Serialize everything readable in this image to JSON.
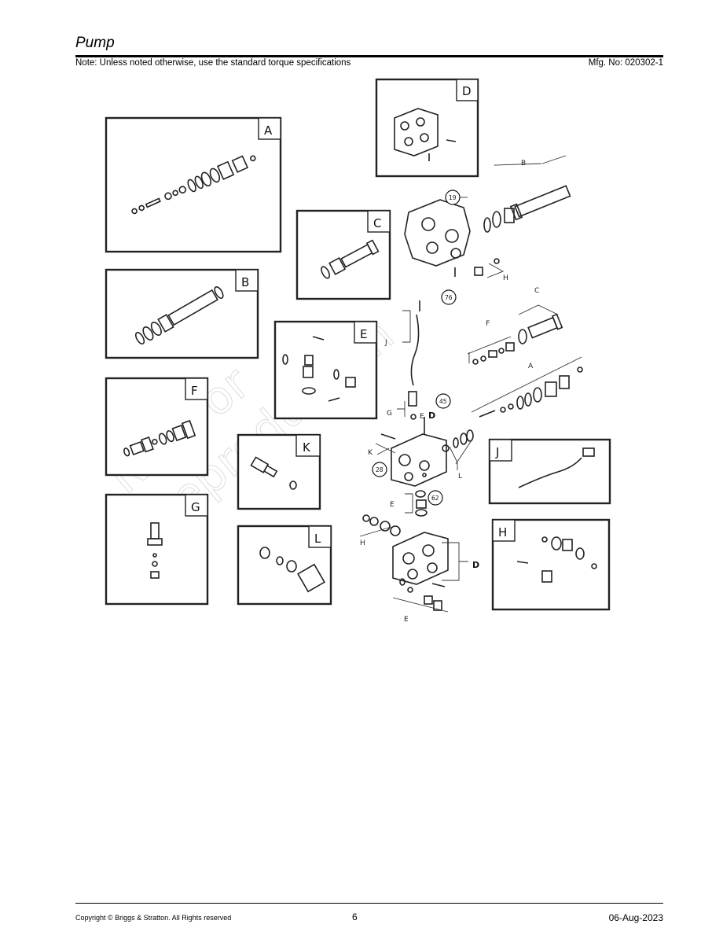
{
  "header": {
    "title": "Pump",
    "note": "Note: Unless noted otherwise, use the standard torque specifications",
    "mfg_no": "Mfg. No: 020302-1"
  },
  "diagram": {
    "watermark_line1": "Not For",
    "watermark_line2": "Reproduction",
    "insets": {
      "A": "A",
      "B": "B",
      "C": "C",
      "D": "D",
      "E": "E",
      "F": "F",
      "G": "G",
      "H": "H",
      "J": "J",
      "K": "K",
      "L": "L"
    },
    "callouts": {
      "c19": "19",
      "c76": "76",
      "c45": "45",
      "c28": "28",
      "c62": "62"
    },
    "labels": {
      "B": "B",
      "H1": "H",
      "C": "C",
      "F": "F",
      "J": "J",
      "A": "A",
      "G": "G",
      "E1": "E",
      "D1": "D",
      "K": "K",
      "L": "L",
      "E2": "E",
      "H2": "H",
      "D2": "D",
      "E3": "E"
    }
  },
  "footer": {
    "copyright": "Copyright ©  Briggs & Stratton. All Rights reserved",
    "page": "6",
    "date": "06-Aug-2023"
  }
}
